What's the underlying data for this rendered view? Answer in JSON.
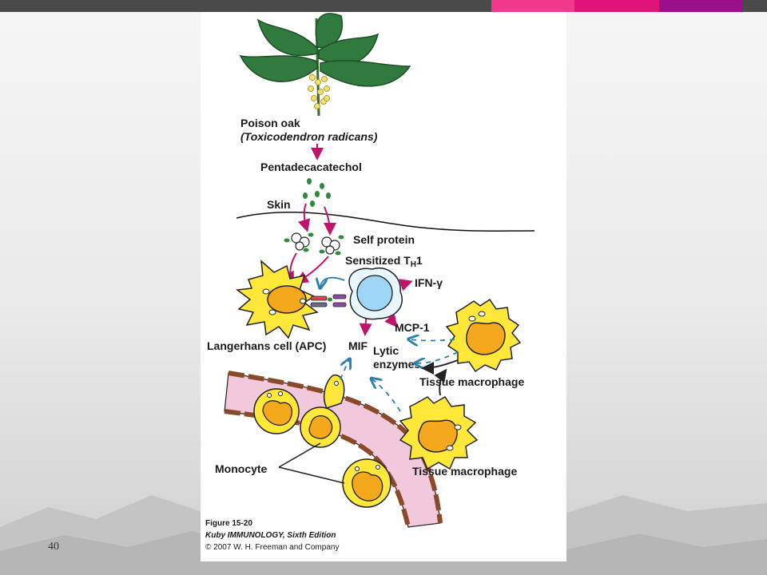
{
  "slide": {
    "number": "40"
  },
  "colors": {
    "stripe_1": "#f0388c",
    "stripe_2": "#e1127a",
    "stripe_3": "#9c0f8a",
    "arrow_magenta": "#c0136b",
    "arrow_blue": "#2b7fb1",
    "cell_yellow": "#ffe83a",
    "nucleus_orange": "#f4a81c",
    "th1_blue": "#9fd6f5",
    "vessel_pink": "#f2c8dc",
    "leaf_green": "#2f7a3c"
  },
  "diagram": {
    "labels": {
      "poison_oak": "Poison oak",
      "species": "(Toxicodendron radicans)",
      "pentadecacatechol": "Pentadecacatechol",
      "skin": "Skin",
      "self_protein": "Self protein",
      "sensitized_th1": "Sensitized T",
      "sensitized_sub": "H",
      "sensitized_suffix": "1",
      "ifn_gamma": "IFN-γ",
      "langerhans": "Langerhans cell (APC)",
      "mif": "MIF",
      "mcp1": "MCP-1",
      "lytic_1": "Lytic",
      "lytic_2": "enzymes",
      "tissue_macrophage_top": "Tissue macrophage",
      "monocyte": "Monocyte",
      "tissue_macrophage_bottom": "Tissue macrophage"
    },
    "caption": {
      "figure": "Figure 15-20",
      "book": "Kuby IMMUNOLOGY, Sixth Edition",
      "copyright": "© 2007 W. H. Freeman and Company"
    }
  }
}
